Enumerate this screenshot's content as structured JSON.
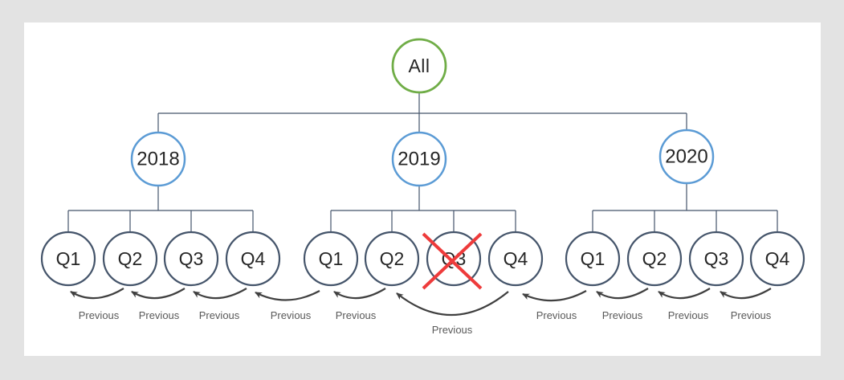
{
  "colors": {
    "page_bg": "#e3e3e3",
    "panel_bg": "#ffffff",
    "root_green": "#70AD47",
    "year_blue": "#5B9BD5",
    "quarter_slate": "#44546A",
    "connector": "#44546A",
    "arrow_dark": "#404040",
    "label_gray": "#595959",
    "cross_red": "#EE3B3B",
    "node_text": "#262626"
  },
  "tree": {
    "root": {
      "label": "All"
    },
    "years": [
      {
        "label": "2018",
        "quarters": [
          {
            "label": "Q1"
          },
          {
            "label": "Q2"
          },
          {
            "label": "Q3"
          },
          {
            "label": "Q4"
          }
        ]
      },
      {
        "label": "2019",
        "quarters": [
          {
            "label": "Q1"
          },
          {
            "label": "Q2"
          },
          {
            "label": "Q3",
            "crossed_out": true
          },
          {
            "label": "Q4"
          }
        ]
      },
      {
        "label": "2020",
        "quarters": [
          {
            "label": "Q1"
          },
          {
            "label": "Q2"
          },
          {
            "label": "Q3"
          },
          {
            "label": "Q4"
          }
        ]
      }
    ]
  },
  "arrows": [
    {
      "label": "Previous",
      "from": "2018 Q2",
      "to": "2018 Q1"
    },
    {
      "label": "Previous",
      "from": "2018 Q3",
      "to": "2018 Q2"
    },
    {
      "label": "Previous",
      "from": "2018 Q4",
      "to": "2018 Q3"
    },
    {
      "label": "Previous",
      "from": "2019 Q1",
      "to": "2018 Q4"
    },
    {
      "label": "Previous",
      "from": "2019 Q2",
      "to": "2019 Q1"
    },
    {
      "label": "Previous",
      "from": "2019 Q4",
      "to": "2019 Q2"
    },
    {
      "label": "Previous",
      "from": "2020 Q1",
      "to": "2019 Q4"
    },
    {
      "label": "Previous",
      "from": "2020 Q2",
      "to": "2020 Q1"
    },
    {
      "label": "Previous",
      "from": "2020 Q3",
      "to": "2020 Q2"
    },
    {
      "label": "Previous",
      "from": "2020 Q4",
      "to": "2020 Q3"
    }
  ]
}
